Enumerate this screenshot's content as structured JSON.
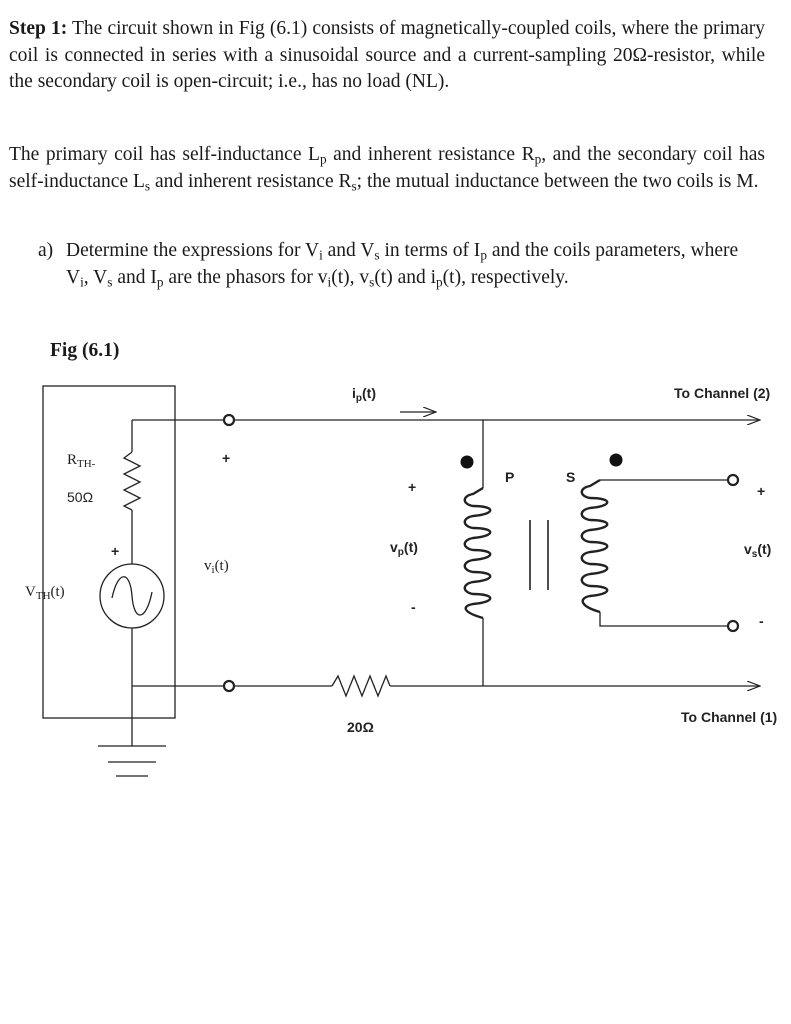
{
  "step": {
    "label": "Step 1:",
    "text": "The circuit shown in Fig (6.1) consists of magnetically-coupled coils, where the primary coil is connected in series with a sinusoidal source and a current-sampling 20Ω-resistor, while the secondary coil is open-circuit; i.e., has no load (NL)."
  },
  "para2": {
    "t1": "The primary coil has self-inductance L",
    "s1": "p",
    "t2": " and inherent resistance R",
    "s2": "p",
    "t3": ", and the secondary coil has self-inductance L",
    "s3": "s",
    "t4": " and inherent resistance R",
    "s4": "s",
    "t5": "; the mutual inductance between the two coils is M."
  },
  "question_a": {
    "label": "a)",
    "t1": "Determine the expressions for V",
    "s1": "i",
    "t2": " and V",
    "s2": "s",
    "t3": " in terms of I",
    "s3": "p",
    "t4": " and the coils parameters, where V",
    "s4": "i",
    "t5": ", V",
    "s5": "s",
    "t6": "  and I",
    "s6": "p",
    "t7": " are the phasors for v",
    "s7": "i",
    "t8": "(t), v",
    "s8": "s",
    "t9": "(t) and i",
    "s9": "p",
    "t10": "(t), respectively."
  },
  "figure": {
    "caption": "Fig (6.1)",
    "rth_main": "R",
    "rth_sub": "TH-",
    "rth_value": "50Ω",
    "vth_main": "V",
    "vth_sub": "TH",
    "vth_tail": "(t)",
    "vi_main": "v",
    "vi_sub": "i",
    "vi_tail": "(t)",
    "ip_main": "i",
    "ip_sub": "p",
    "ip_tail": "(t)",
    "vp_main": "v",
    "vp_sub": "p",
    "vp_tail": "(t)",
    "vs_main": "v",
    "vs_sub": "s",
    "vs_tail": "(t)",
    "primary_label": "P",
    "secondary_label": "S",
    "sense_resistor": "20Ω",
    "channel2": "To Channel (2)",
    "channel1": "To Channel (1)",
    "plus": "+",
    "minus": "-"
  }
}
